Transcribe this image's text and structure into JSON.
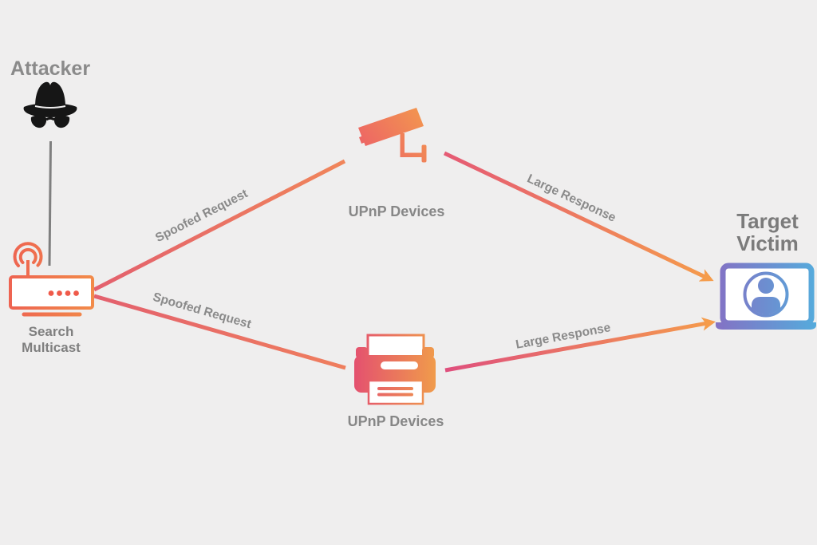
{
  "diagram": {
    "title_hint": "SSDP / UPnP reflection attack flow",
    "nodes": {
      "attacker": {
        "label": "Attacker",
        "icon": "spy-hat-icon"
      },
      "search_multicast": {
        "label_line1": "Search",
        "label_line2": "Multicast",
        "icon": "router-icon"
      },
      "upnp_camera": {
        "label": "UPnP Devices",
        "icon": "cctv-camera-icon"
      },
      "upnp_printer": {
        "label": "UPnP Devices",
        "icon": "printer-icon"
      },
      "target_victim": {
        "label_line1": "Target",
        "label_line2": "Victim",
        "icon": "laptop-user-icon"
      }
    },
    "edges": {
      "attacker_to_router": {
        "label": "",
        "style": "plain-gray-line"
      },
      "spoofed_request_top": {
        "label": "Spoofed Request"
      },
      "spoofed_request_bottom": {
        "label": "Spoofed Request"
      },
      "large_response_top": {
        "label": "Large Response"
      },
      "large_response_bottom": {
        "label": "Large Response"
      }
    },
    "colors": {
      "background": "#efeeee",
      "label_gray": "#8a8a8a",
      "connector_gray": "#7f7f7f",
      "gradient_pink": "#e3606e",
      "gradient_red_pink": "#df4f7d",
      "gradient_orange": "#f59c4b",
      "router_orange_left": "#ee6351",
      "router_orange_right": "#f28c49",
      "laptop_purple": "#8471c4",
      "laptop_blue": "#55abdc",
      "attacker_black": "#161616",
      "icon_white": "#ffffff"
    }
  }
}
